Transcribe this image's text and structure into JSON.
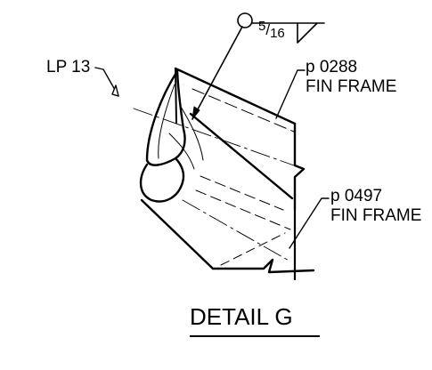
{
  "labels": {
    "weld_size": "5/16",
    "weld_num": "5",
    "weld_den": "16",
    "lp": "LP 13",
    "part1_code": "p 0288",
    "part1_name": "FIN FRAME",
    "part2_code": "p 0497",
    "part2_name": "FIN FRAME",
    "title": "DETAIL G"
  },
  "colors": {
    "ink": "#000000",
    "background": "#ffffff"
  }
}
